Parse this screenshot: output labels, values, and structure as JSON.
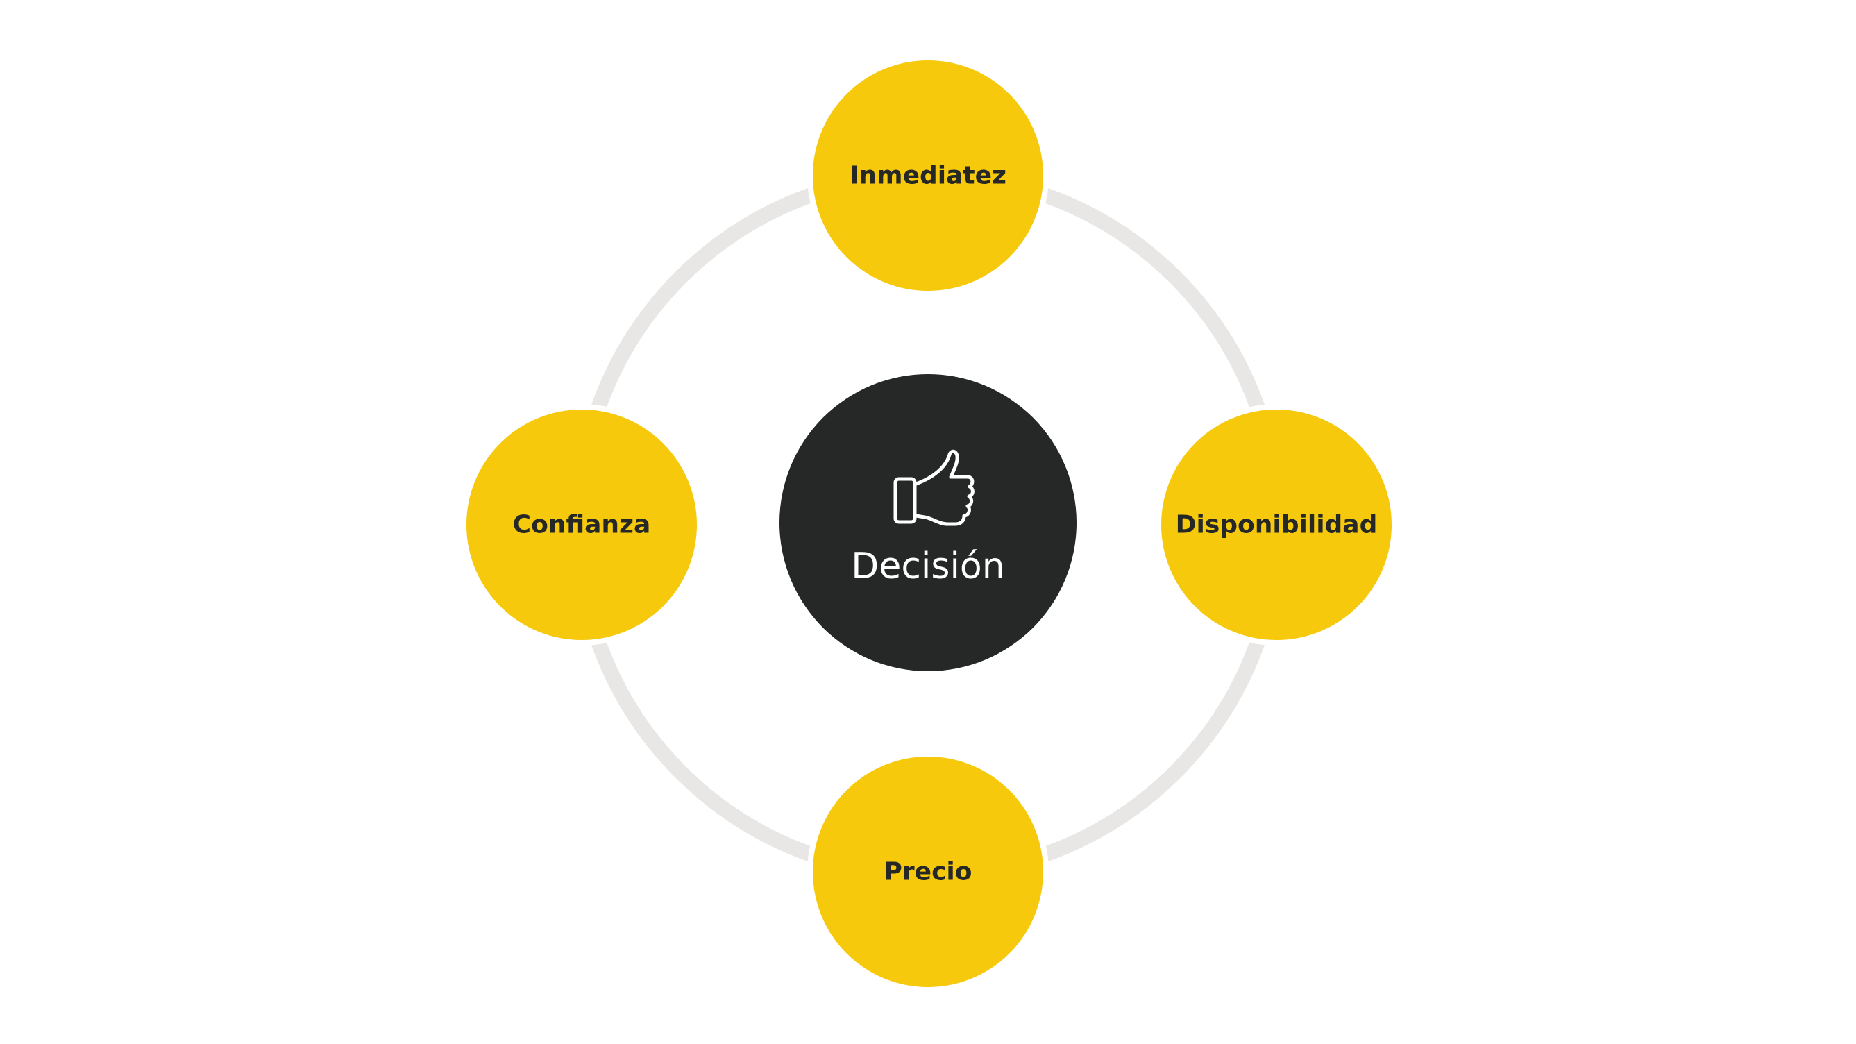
{
  "diagram": {
    "center": {
      "label": "Decisión",
      "icon": "thumbs-up-icon"
    },
    "nodes": [
      {
        "id": "top",
        "label": "Inmediatez"
      },
      {
        "id": "right",
        "label": "Disponibilidad"
      },
      {
        "id": "bottom",
        "label": "Precio"
      },
      {
        "id": "left",
        "label": "Confianza"
      }
    ],
    "colors": {
      "node_fill": "#f6c90d",
      "center_fill": "#262827",
      "ring": "#e8e7e5",
      "node_text": "#262827",
      "center_text": "#ffffff"
    }
  }
}
